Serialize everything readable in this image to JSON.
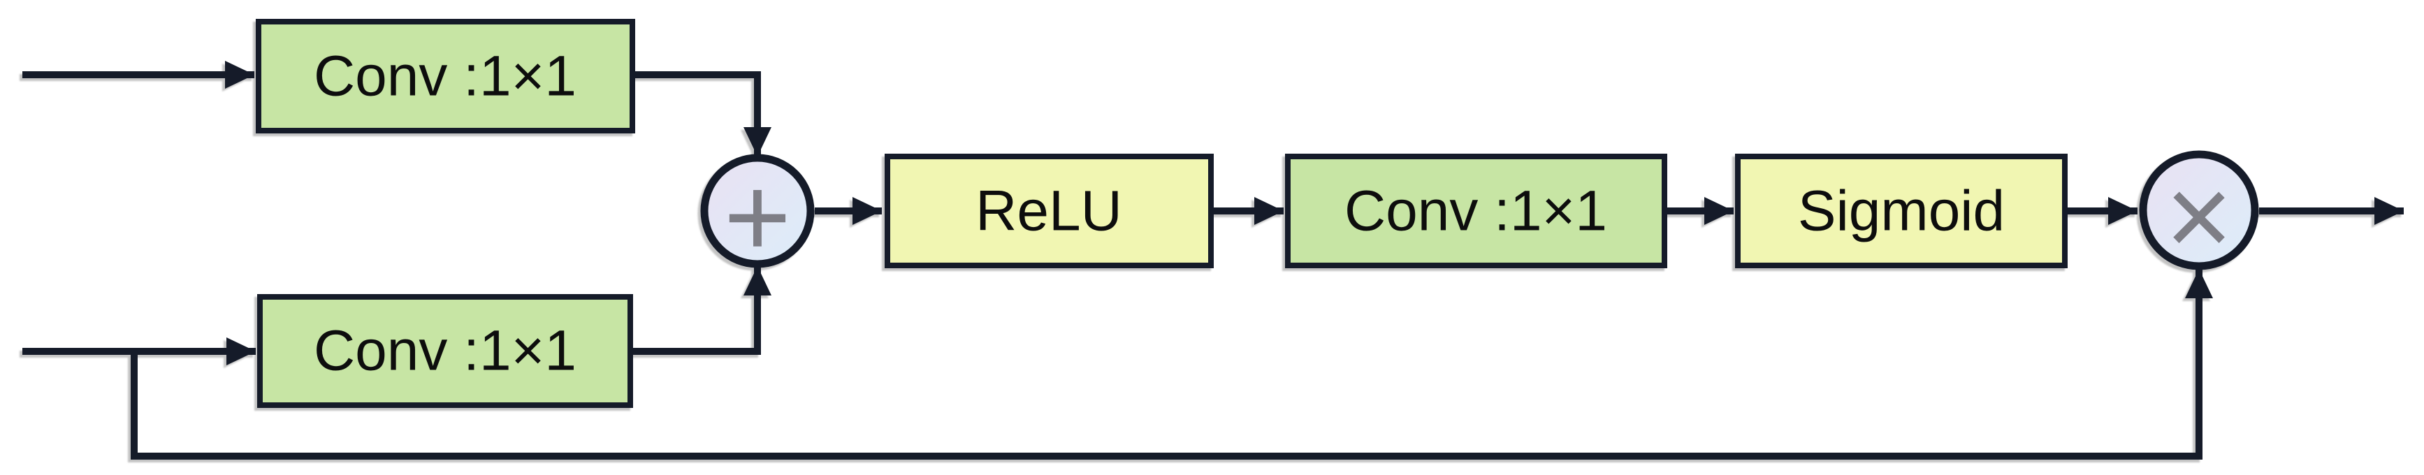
{
  "diagram": {
    "blocks": [
      {
        "id": "conv-top",
        "label": "Conv :1×1",
        "kind": "conv"
      },
      {
        "id": "conv-bottom",
        "label": "Conv :1×1",
        "kind": "conv"
      },
      {
        "id": "relu",
        "label": "ReLU",
        "kind": "activation"
      },
      {
        "id": "conv-mid",
        "label": "Conv :1×1",
        "kind": "conv"
      },
      {
        "id": "sigmoid",
        "label": "Sigmoid",
        "kind": "activation"
      }
    ],
    "operators": [
      {
        "id": "add",
        "symbol": "+"
      },
      {
        "id": "multiply",
        "symbol": "×"
      }
    ],
    "colors": {
      "conv_fill": "#c7e5a4",
      "activation_fill": "#f1f6b2",
      "node_gradient_start": "#e9e1f3",
      "node_gradient_end": "#dcedf9",
      "stroke": "#151b29",
      "operator_gray": "#7e7e86",
      "label_text": "#0d0d0d",
      "background": "#ffffff"
    }
  }
}
